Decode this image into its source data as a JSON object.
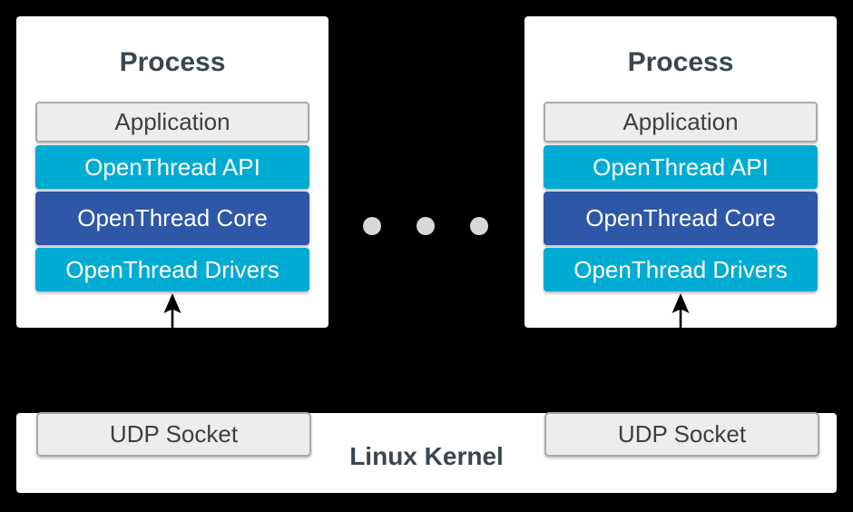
{
  "colors": {
    "background": "#000000",
    "card_fill": "#ffffff",
    "cyan": "#00abd4",
    "blue": "#2e57a8",
    "gray_fill": "#ededed",
    "gray_border": "#a9a9a9",
    "text_dark": "#3c4650",
    "text_gray_box": "#3c4043",
    "text_light": "#ffffff",
    "dot": "#d8d8d8",
    "arrow": "#000000"
  },
  "processes": [
    {
      "title": "Process",
      "layers": [
        {
          "label": "Application"
        },
        {
          "label": "OpenThread API"
        },
        {
          "label": "OpenThread Core"
        },
        {
          "label": "OpenThread Drivers"
        }
      ]
    },
    {
      "title": "Process",
      "layers": [
        {
          "label": "Application"
        },
        {
          "label": "OpenThread API"
        },
        {
          "label": "OpenThread Core"
        },
        {
          "label": "OpenThread Drivers"
        }
      ]
    }
  ],
  "ellipsis": {
    "dot_count": 3
  },
  "kernel": {
    "label": "Linux Kernel",
    "sockets": [
      {
        "label": "UDP Socket"
      },
      {
        "label": "UDP Socket"
      }
    ]
  }
}
